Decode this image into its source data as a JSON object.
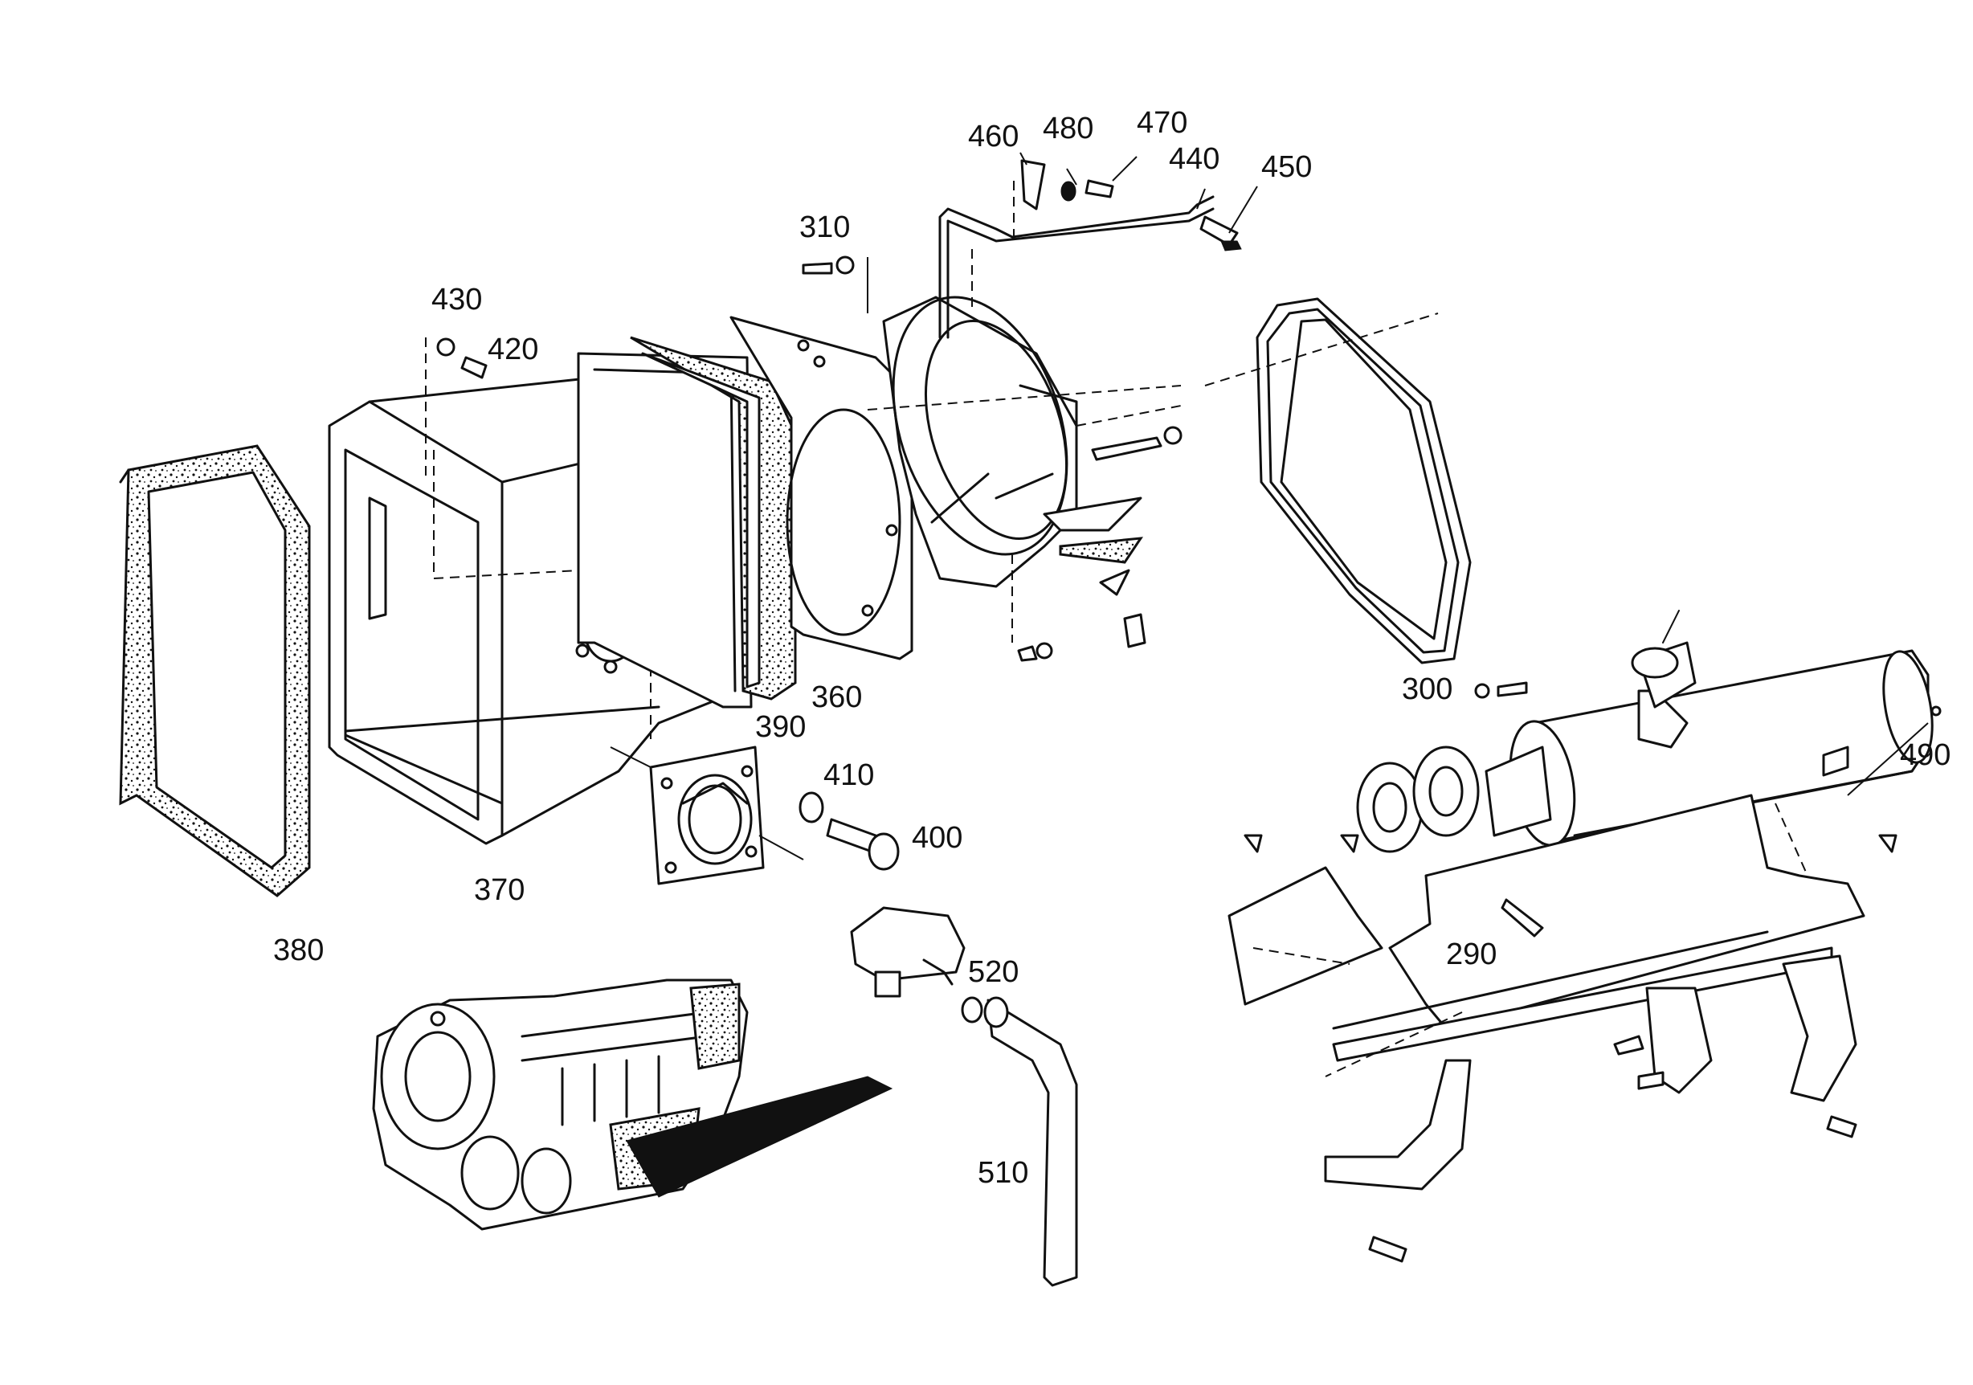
{
  "diagram": {
    "labels": {
      "p290": "290",
      "p300": "300",
      "p310": "310",
      "p360": "360",
      "p370": "370",
      "p380": "380",
      "p390": "390",
      "p400": "400",
      "p410": "410",
      "p420": "420",
      "p430": "430",
      "p440": "440",
      "p450": "450",
      "p460": "460",
      "p470": "470",
      "p480": "480",
      "p490": "490",
      "p510": "510",
      "p520": "520"
    },
    "colors": {
      "ink": "#111111",
      "paper": "#ffffff"
    }
  }
}
